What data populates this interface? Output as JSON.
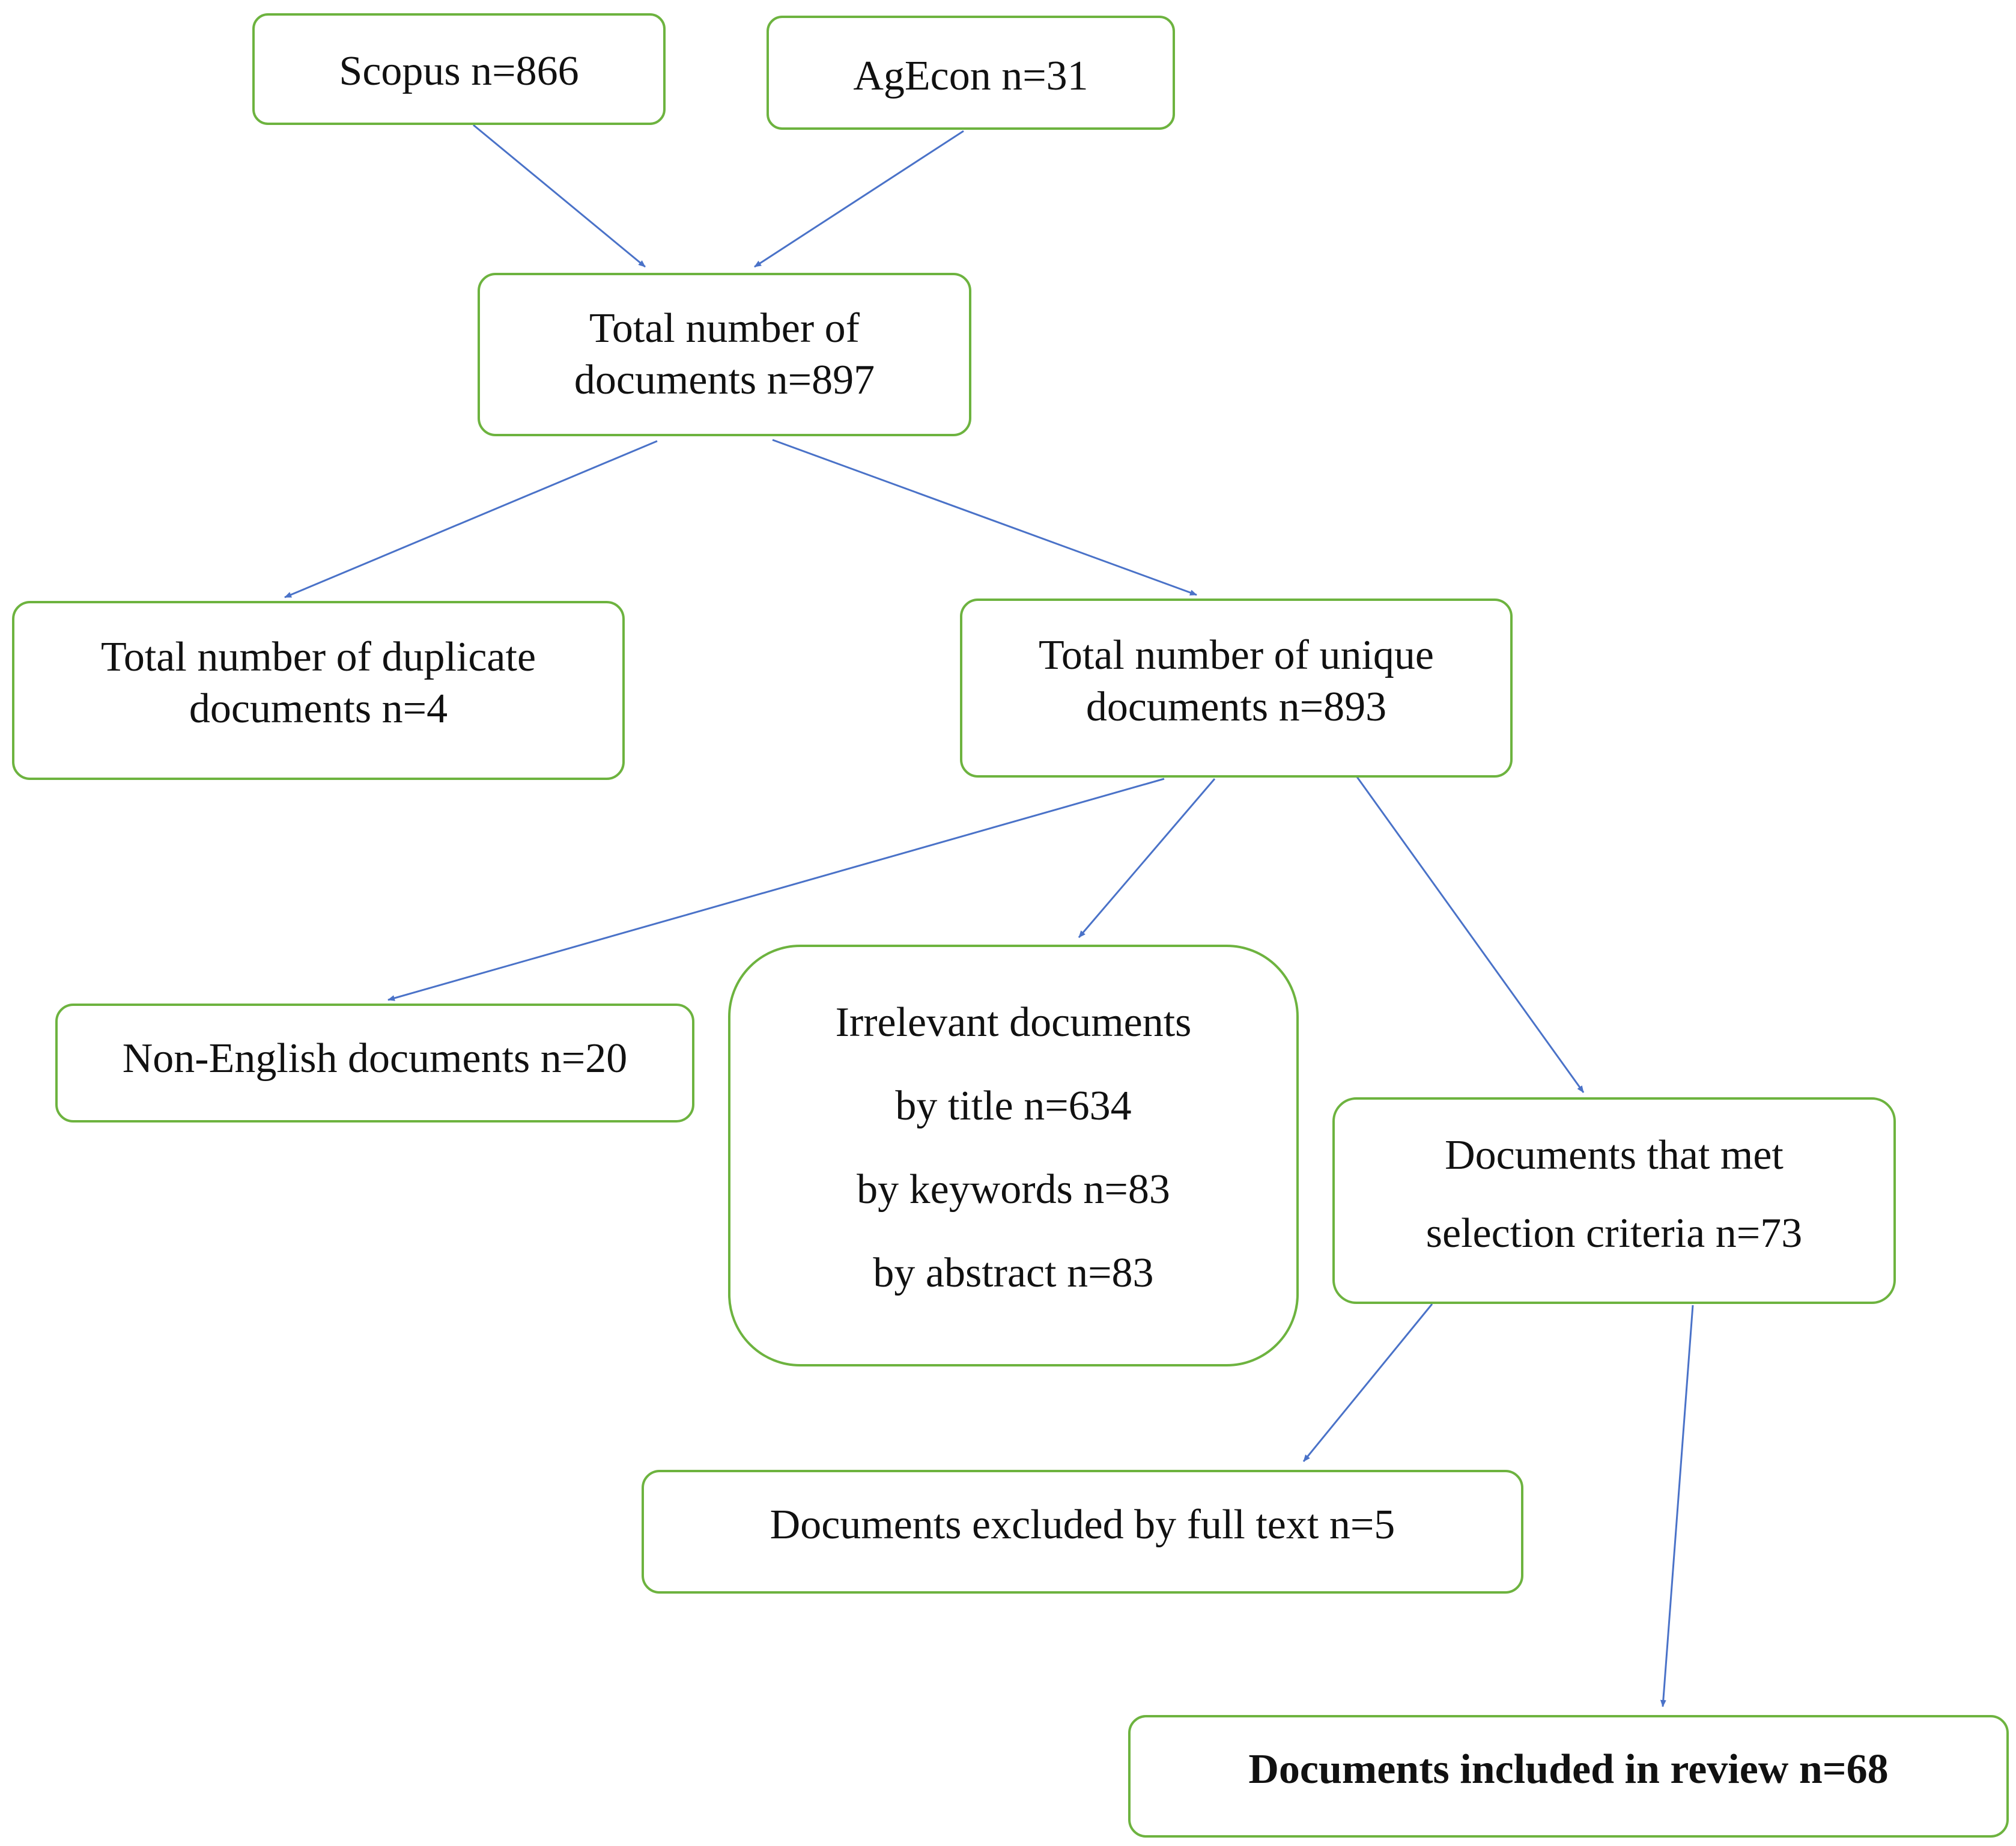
{
  "nodes": {
    "scopus": {
      "lines": [
        "Scopus n=866"
      ]
    },
    "agecon": {
      "lines": [
        "AgEcon n=31"
      ]
    },
    "total": {
      "lines": [
        "Total number of",
        "documents n=897"
      ]
    },
    "duplicates": {
      "lines": [
        "Total number of duplicate",
        "documents n=4"
      ]
    },
    "unique": {
      "lines": [
        "Total number of unique",
        "documents n=893"
      ]
    },
    "non_english": {
      "lines": [
        "Non-English documents n=20"
      ]
    },
    "irrelevant": {
      "lines": [
        "Irrelevant documents",
        "by title n=634",
        "by keywords n=83",
        "by abstract n=83"
      ]
    },
    "met_criteria": {
      "lines": [
        "Documents that met",
        "selection criteria n=73"
      ]
    },
    "excluded_full_text": {
      "lines": [
        "Documents excluded by full text n=5"
      ]
    },
    "included": {
      "lines": [
        "Documents included in review n=68"
      ]
    }
  },
  "edges": [
    {
      "from": "scopus",
      "to": "total"
    },
    {
      "from": "agecon",
      "to": "total"
    },
    {
      "from": "total",
      "to": "duplicates"
    },
    {
      "from": "total",
      "to": "unique"
    },
    {
      "from": "unique",
      "to": "non_english"
    },
    {
      "from": "unique",
      "to": "irrelevant"
    },
    {
      "from": "unique",
      "to": "met_criteria"
    },
    {
      "from": "met_criteria",
      "to": "excluded_full_text"
    },
    {
      "from": "met_criteria",
      "to": "included"
    }
  ],
  "colors": {
    "box_border": "#6db33f",
    "arrow": "#4a72c8",
    "text": "#111111"
  }
}
